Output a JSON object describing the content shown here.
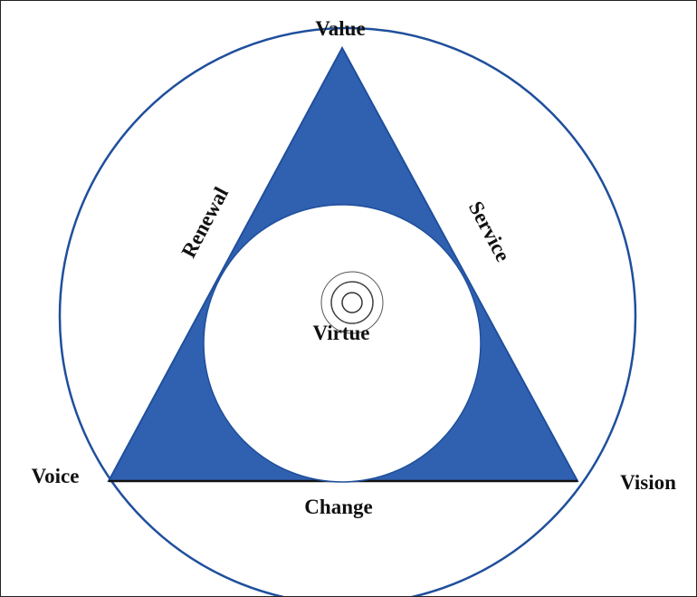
{
  "diagram": {
    "vertices": {
      "top": "Value",
      "left": "Voice",
      "right": "Vision"
    },
    "sides": {
      "left": "Renewal",
      "right": "Service",
      "bottom": "Change"
    },
    "center": "Virtue"
  },
  "colors": {
    "triangle_fill": "#3060b0",
    "outline": "#1f4f9c",
    "text": "#111111",
    "background": "#ffffff"
  }
}
